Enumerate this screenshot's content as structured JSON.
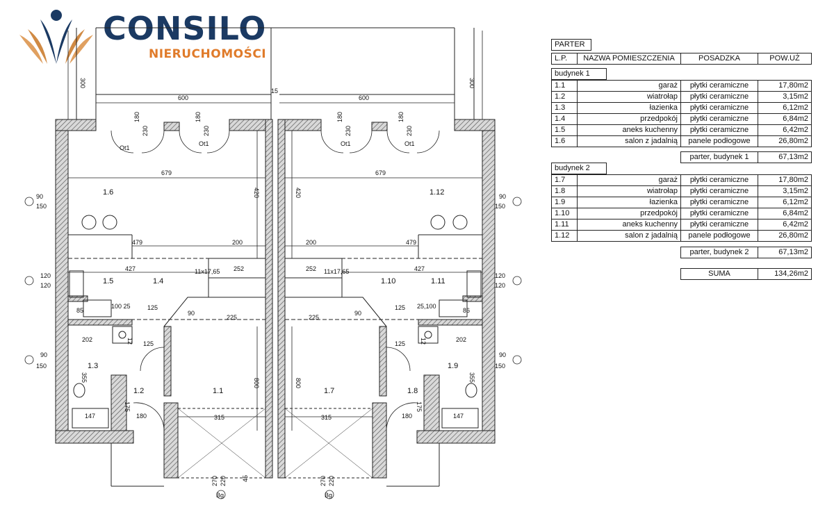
{
  "brand": {
    "name": "CONSILO",
    "subtitle": "NIERUCHOMOŚCI",
    "colors": {
      "navy": "#1b3a63",
      "gold": "#e07b2a"
    }
  },
  "table": {
    "title": "PARTER",
    "headers": [
      "L.P.",
      "NAZWA POMIESZCZENIA",
      "POSADZKA",
      "POW.UŻ"
    ],
    "groups": [
      {
        "name": "budynek 1",
        "rows": [
          {
            "lp": "1.1",
            "name": "garaż",
            "floor": "płytki ceramiczne",
            "area": "17,80m2"
          },
          {
            "lp": "1.2",
            "name": "wiatrołap",
            "floor": "płytki ceramiczne",
            "area": "3,15m2"
          },
          {
            "lp": "1.3",
            "name": "łazienka",
            "floor": "płytki ceramiczne",
            "area": "6,12m2"
          },
          {
            "lp": "1.4",
            "name": "przedpokój",
            "floor": "płytki ceramiczne",
            "area": "6,84m2"
          },
          {
            "lp": "1.5",
            "name": "aneks kuchenny",
            "floor": "płytki ceramiczne",
            "area": "6,42m2"
          },
          {
            "lp": "1.6",
            "name": "salon z jadalnią",
            "floor": "panele podłogowe",
            "area": "26,80m2"
          }
        ],
        "subtotal_label": "parter, budynek 1",
        "subtotal": "67,13m2"
      },
      {
        "name": "budynek 2",
        "rows": [
          {
            "lp": "1.7",
            "name": "garaż",
            "floor": "płytki ceramiczne",
            "area": "17,80m2"
          },
          {
            "lp": "1.8",
            "name": "wiatrołap",
            "floor": "płytki ceramiczne",
            "area": "3,15m2"
          },
          {
            "lp": "1.9",
            "name": "łazienka",
            "floor": "płytki ceramiczne",
            "area": "6,12m2"
          },
          {
            "lp": "1.10",
            "name": "przedpokój",
            "floor": "płytki ceramiczne",
            "area": "6,84m2"
          },
          {
            "lp": "1.11",
            "name": "aneks kuchenny",
            "floor": "płytki ceramiczne",
            "area": "6,42m2"
          },
          {
            "lp": "1.12",
            "name": "salon z jadalnią",
            "floor": "panele podłogowe",
            "area": "26,80m2"
          }
        ],
        "subtotal_label": "parter, budynek 2",
        "subtotal": "67,13m2"
      }
    ],
    "total_label": "SUMA",
    "total": "134,26m2"
  },
  "plan": {
    "rooms": [
      "1.1",
      "1.2",
      "1.3",
      "1.4",
      "1.5",
      "1.6",
      "1.7",
      "1.8",
      "1.9",
      "1.10",
      "1.11",
      "1.12"
    ],
    "dims": {
      "d300": "300",
      "d600": "600",
      "d15": "15",
      "d679": "679",
      "d420": "420",
      "d479": "479",
      "d200": "200",
      "d427": "427",
      "d252": "252",
      "d125": "125",
      "d800": "800",
      "d315": "315",
      "d355": "355",
      "d147": "147",
      "d180": "180",
      "d175": "175",
      "d270": "270",
      "d220": "220",
      "d45": "45",
      "d90": "90",
      "d150": "150",
      "d120": "120",
      "d230": "230",
      "d12": "12",
      "d202": "202",
      "d225": "225",
      "d25100": "25,100",
      "d100_25": "100 25",
      "d85": "85",
      "d86": "86",
      "stair": "11x17,65",
      "window": "Ot1",
      "gate": "Bg"
    }
  }
}
